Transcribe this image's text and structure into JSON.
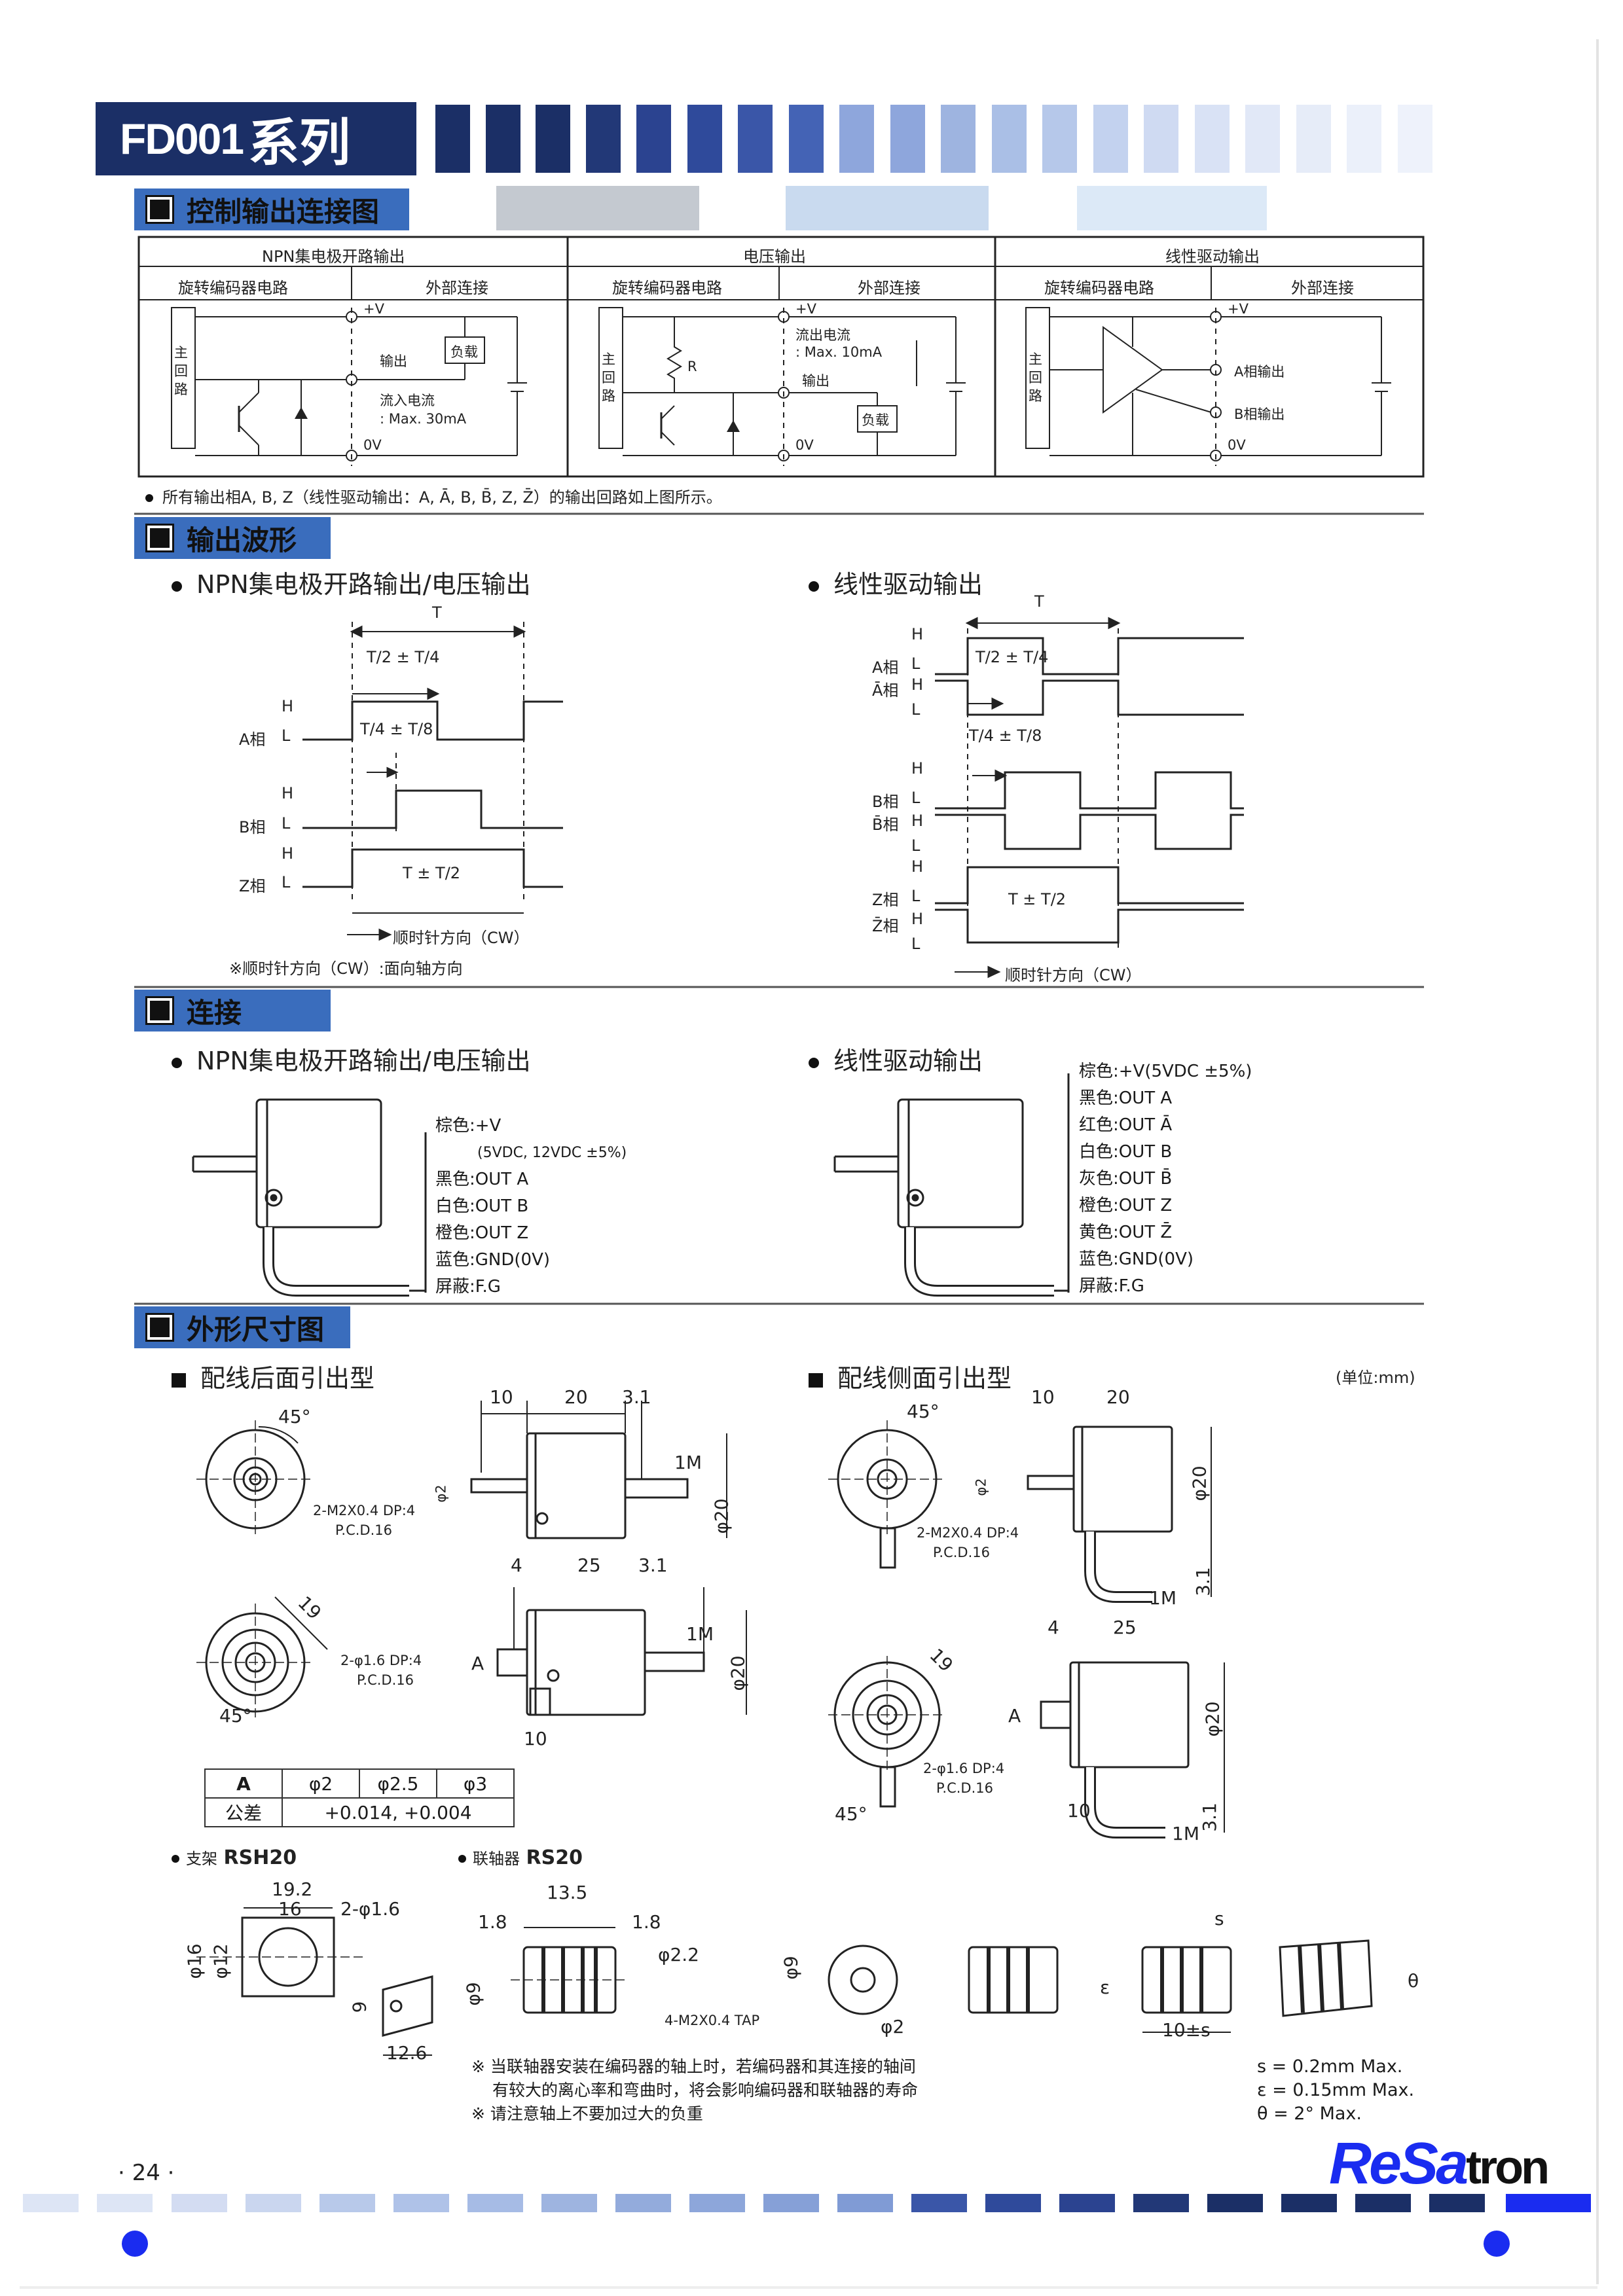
{
  "header": {
    "series_model": "FD001",
    "series_suffix": "系列"
  },
  "sections": {
    "control_output": "控制输出连接图",
    "waveform": "输出波形",
    "connection": "连接",
    "dimensions": "外形尺寸图"
  },
  "control_table": {
    "groups": [
      "NPN集电极开路输出",
      "电压输出",
      "线性驱动输出"
    ],
    "sub_encoder": "旋转编码器电路",
    "sub_external": "外部连接",
    "main_circuit": "主回路",
    "plus_v": "+V",
    "zero_v": "0V",
    "npn": {
      "output": "输出",
      "load": "负载",
      "sink": "流入电流",
      "sink_max": ": Max. 30mA"
    },
    "voltage": {
      "source": "流出电流",
      "source_max": ": Max. 10mA",
      "output": "输出",
      "load": "负载",
      "r": "R"
    },
    "linedriver": {
      "a_out": "A相输出",
      "b_out": "B相输出"
    },
    "footnote": "所有输出相A, B, Z（线性驱动输出：A, Ā, B, B̄, Z, Z̄）的输出回路如上图所示。"
  },
  "waveform": {
    "left_title": "NPN集电极开路输出/电压输出",
    "right_title": "线性驱动输出",
    "T": "T",
    "t_half_quarter": "T/2 ± T/4",
    "t_quarter_eighth": "T/4 ± T/8",
    "t_pm_half": "T ± T/2",
    "H": "H",
    "L": "L",
    "phase_a": "A相",
    "phase_a_bar": "Ā相",
    "phase_b": "B相",
    "phase_b_bar": "B̄相",
    "phase_z": "Z相",
    "phase_z_bar": "Z̄相",
    "cw": "顺时针方向（CW）",
    "cw_note": "※顺时针方向（CW）:面向轴方向"
  },
  "connection": {
    "left_title": "NPN集电极开路输出/电压输出",
    "right_title": "线性驱动输出",
    "left_wires": [
      "棕色:+V",
      "(5VDC, 12VDC ±5%)",
      "黑色:OUT A",
      "白色:OUT B",
      "橙色:OUT Z",
      "蓝色:GND(0V)",
      "屏蔽:F.G"
    ],
    "right_wires": [
      "棕色:+V(5VDC ±5%)",
      "黑色:OUT A",
      "红色:OUT Ā",
      "白色:OUT B",
      "灰色:OUT B̄",
      "橙色:OUT Z",
      "黄色:OUT Z̄",
      "蓝色:GND(0V)",
      "屏蔽:F.G"
    ]
  },
  "dimensions": {
    "rear_title": "配线后面引出型",
    "side_title": "配线侧面引出型",
    "unit": "(单位:mm)",
    "d10": "10",
    "d20": "20",
    "d31": "3.1",
    "d4": "4",
    "d25": "25",
    "d1m": "1M",
    "phi20": "φ20",
    "phi2": "φ2",
    "angle45": "45°",
    "d19": "19",
    "hole_m2": "2-M2X0.4 DP:4",
    "pcd16": "P.C.D.16",
    "hole_phi16": "2-φ1.6 DP:4",
    "dim_a": "A",
    "tol_header": [
      "A",
      "φ2",
      "φ2.5",
      "φ3"
    ],
    "tol_row_label": "公差",
    "tol_value": "+0.014, +0.004"
  },
  "bracket": {
    "title_prefix": "支架",
    "title_model": "RSH20",
    "d192": "19.2",
    "d16": "16",
    "holes": "2-φ1.6",
    "phi16": "φ16",
    "phi12": "φ12",
    "d9": "9",
    "d126": "12.6"
  },
  "coupling": {
    "title_prefix": "联轴器",
    "title_model": "RS20",
    "d135": "13.5",
    "d18": "1.8",
    "phi22": "φ2.2",
    "phi9": "φ9",
    "tap": "4-M2X0.4 TAP",
    "phi2": "φ2",
    "s": "s",
    "d10s": "10±s",
    "eps": "ε",
    "theta": "θ",
    "notes": [
      "※ 当联轴器安装在编码器的轴上时，若编码器和其连接的轴间",
      "有较大的离心率和弯曲时，将会影响编码器和联轴器的寿命",
      "※ 请注意轴上不要加过大的负重"
    ],
    "tolerances": [
      "s = 0.2mm Max.",
      "ε = 0.15mm Max.",
      "θ = 2° Max."
    ]
  },
  "footer": {
    "page_number": "· 24 ·",
    "brand_a": "ReSa",
    "brand_b": "tron"
  },
  "colors": {
    "dark_navy": "#1b2f66",
    "mid_blue": "#3a56a8",
    "light_blue": "#9eb4e0",
    "pale_blue": "#dde5f5",
    "section_gray": "#c4c9d0",
    "brand_blue": "#1a2cf0"
  }
}
